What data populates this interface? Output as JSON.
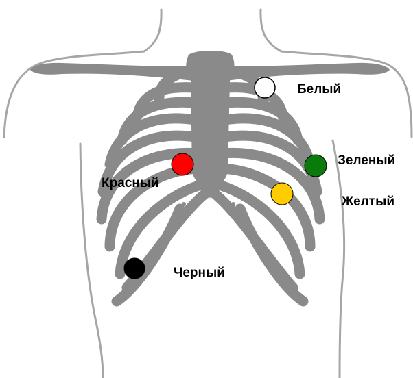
{
  "colors": {
    "bone": "#8a8a8a",
    "outline": "#a6a6a6",
    "electrode_outline": "#000000"
  },
  "electrodes": [
    {
      "id": "white",
      "label": "Белый",
      "color": "#ffffff"
    },
    {
      "id": "red",
      "label": "Красный",
      "color": "#ff0000"
    },
    {
      "id": "green",
      "label": "Зеленый",
      "color": "#0a7a0a"
    },
    {
      "id": "yellow",
      "label": "Желтый",
      "color": "#ffcc00"
    },
    {
      "id": "black",
      "label": "Черный",
      "color": "#000000"
    }
  ]
}
